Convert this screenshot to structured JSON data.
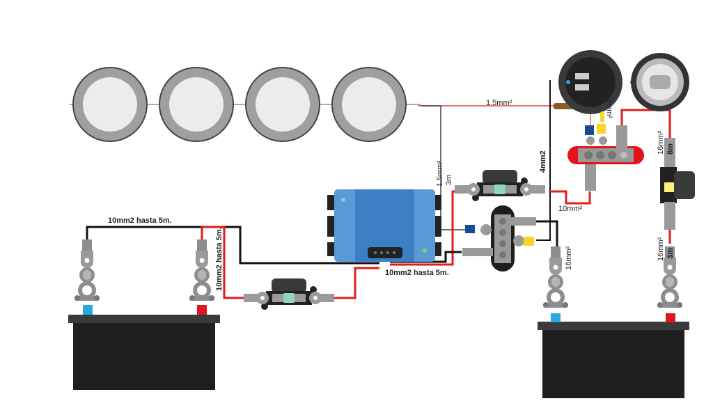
{
  "labels": {
    "left_top_cable": "10mm2 hasta 5m.",
    "left_vertical_cable": "10mm2 hasta 5m.",
    "controller_bottom_cable": "10mm2 hasta 5m.",
    "lights_cable": "1.5mm²",
    "lights_return_size": "1.5mm²",
    "lights_return_len": "3m",
    "main_neg_cable": "4mm2",
    "usb_cable": "6mm²",
    "fuse_to_bus_cable": "10mm²",
    "bus_to_fuse_size": "16mm²",
    "bus_to_fuse_len": "8m",
    "neg_battery_cable": "16mm²",
    "fuse_to_battery_size": "16mm²",
    "fuse_to_battery_len": "3m"
  },
  "colors": {
    "positive": "#e21b1b",
    "negative": "#111111",
    "controller": "#3d7fc4",
    "terminal": "#9a9a9a",
    "battery": "#1e1e1e",
    "busbar_positive": "#e5141c",
    "neg_post": "#29a8e0",
    "pos_post": "#e0161e"
  }
}
